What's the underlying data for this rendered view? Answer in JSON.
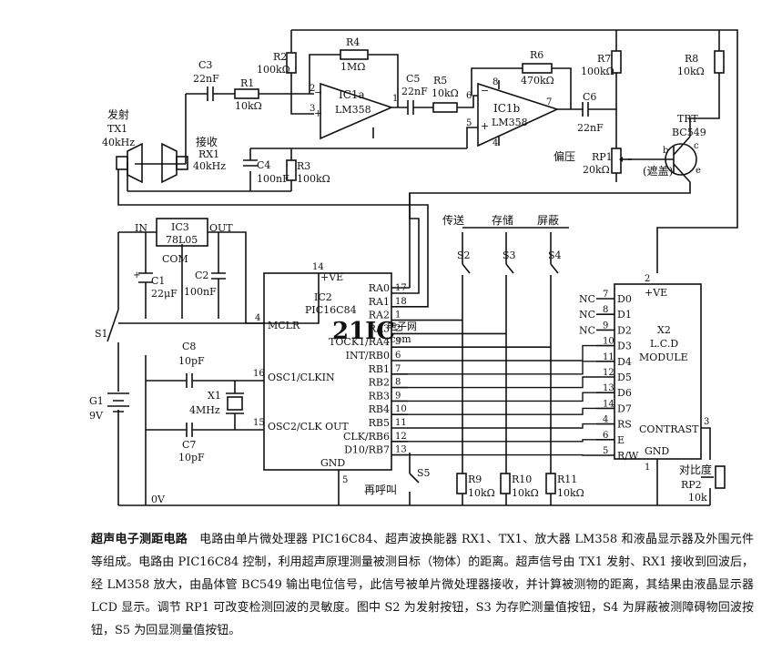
{
  "colors": {
    "ink": "#111111",
    "watermark": "#e8a8c0"
  },
  "watermark": {
    "main": "21IC",
    "sub1": "电子网",
    "sub2": ".com"
  },
  "labels": {
    "tx_cn": "发射",
    "tx_ref": "TX1",
    "tx_freq": "40kHz",
    "rx_cn": "接收",
    "rx_ref": "RX1",
    "rx_freq": "40kHz",
    "c3_ref": "C3",
    "c3_val": "22nF",
    "r1_ref": "R1",
    "r1_val": "10kΩ",
    "r2_ref": "R2",
    "r2_val": "100kΩ",
    "r4_ref": "R4",
    "r4_val": "1MΩ",
    "ic1a_ref": "IC1a",
    "ic1a_val": "LM358",
    "c5_ref": "C5",
    "c5_val": "22nF",
    "r5_ref": "R5",
    "r5_val": "10kΩ",
    "r6_ref": "R6",
    "r6_val": "470kΩ",
    "ic1b_ref": "IC1b",
    "ic1b_val": "LM358",
    "r7_ref": "R7",
    "r7_val": "100kΩ",
    "r8_ref": "R8",
    "r8_val": "10kΩ",
    "c6_ref": "C6",
    "c6_val": "22nF",
    "trt_ref": "TRT",
    "trt_val": "BC549",
    "rp1_ref": "RP1",
    "rp1_val": "20kΩ",
    "bias": "偏压",
    "cover": "(遮盖)",
    "c4_ref": "C4",
    "c4_val": "100nF",
    "r3_ref": "R3",
    "r3_val": "100kΩ",
    "ic3_ref": "IC3",
    "ic3_val": "78L05",
    "in": "IN",
    "out": "OUT",
    "com": "COM",
    "c1_ref": "C1",
    "c1_val": "22μF",
    "c2_ref": "C2",
    "c2_val": "100nF",
    "s1": "S1",
    "g1_ref": "G1",
    "g1_val": "9V",
    "c8_ref": "C8",
    "c8_val": "10pF",
    "x1_ref": "X1",
    "x1_val": "4MHz",
    "c7_ref": "C7",
    "c7_val": "10pF",
    "zero_v": "0V",
    "send": "传送",
    "store": "存储",
    "shield": "屏蔽",
    "s2": "S2",
    "s3": "S3",
    "s4": "S4",
    "s5": "S5",
    "recall": "再呼叫",
    "r9_ref": "R9",
    "r9_val": "10kΩ",
    "r10_ref": "R10",
    "r10_val": "10kΩ",
    "r11_ref": "R11",
    "r11_val": "10kΩ",
    "contrast_cn": "对比度",
    "rp2_ref": "RP2",
    "rp2_val": "10k",
    "pin_vdd": "14",
    "vdd": "+VE",
    "ic2_ref": "IC2",
    "ic2_val": "PIC16C84",
    "mclr_pin": "4",
    "mclr": "MCLR",
    "osc1_pin": "16",
    "osc1": "OSC1/CLKIN",
    "osc2_pin": "15",
    "osc2": "OSC2/CLK OUT",
    "gnd": "GND",
    "gnd_pin": "5",
    "x2_ref": "X2",
    "x2_l1": "L.C.D",
    "x2_l2": "MODULE",
    "lcd_vdd_pin": "2",
    "lcd_vdd": "+VE",
    "lcd_gnd": "GND",
    "lcd_gnd_pin": "1",
    "contrast": "CONTRAST",
    "contrast_pin": "3",
    "nc": "NC"
  },
  "ic2_pins": [
    {
      "name": "RA0",
      "num": "17"
    },
    {
      "name": "RA1",
      "num": "18"
    },
    {
      "name": "RA2",
      "num": "1"
    },
    {
      "name": "RA3",
      "num": "2"
    },
    {
      "name": "TOCK1/RA4",
      "num": "3"
    },
    {
      "name": "INT/RB0",
      "num": "6"
    },
    {
      "name": "RB1",
      "num": "7"
    },
    {
      "name": "RB2",
      "num": "8"
    },
    {
      "name": "RB3",
      "num": "9"
    },
    {
      "name": "RB4",
      "num": "10"
    },
    {
      "name": "RB5",
      "num": "11"
    },
    {
      "name": "CLK/RB6",
      "num": "12"
    },
    {
      "name": "D10/RB7",
      "num": "13"
    }
  ],
  "lcd_pins": [
    {
      "name": "D0",
      "num": "7"
    },
    {
      "name": "D1",
      "num": "8"
    },
    {
      "name": "D2",
      "num": "9"
    },
    {
      "name": "D3",
      "num": "10"
    },
    {
      "name": "D4",
      "num": "11"
    },
    {
      "name": "D5",
      "num": "12"
    },
    {
      "name": "D6",
      "num": "13"
    },
    {
      "name": "D7",
      "num": "14"
    },
    {
      "name": "RS",
      "num": "4"
    },
    {
      "name": "E",
      "num": "6"
    },
    {
      "name": "R/W",
      "num": "5"
    }
  ],
  "caption": {
    "title": "超声电子测距电路",
    "body": "电路由单片微处理器 PIC16C84、超声波换能器 RX1、TX1、放大器 LM358 和液晶显示器及外围元件等组成。电路由 PIC16C84 控制，利用超声原理测量被测目标（物体）的距离。超声信号由 TX1 发射、RX1 接收到回波后，经 LM358 放大，由晶体管 BC549 输出电位信号，此信号被单片微处理器接收，并计算被测物的距离，其结果由液晶显示器 LCD 显示。调节 RP1 可改变检测回波的灵敏度。图中 S2 为发射按钮，S3 为存贮测量值按钮，S4 为屏蔽被测障碍物回波按钮，S5 为回显测量值按钮。"
  }
}
